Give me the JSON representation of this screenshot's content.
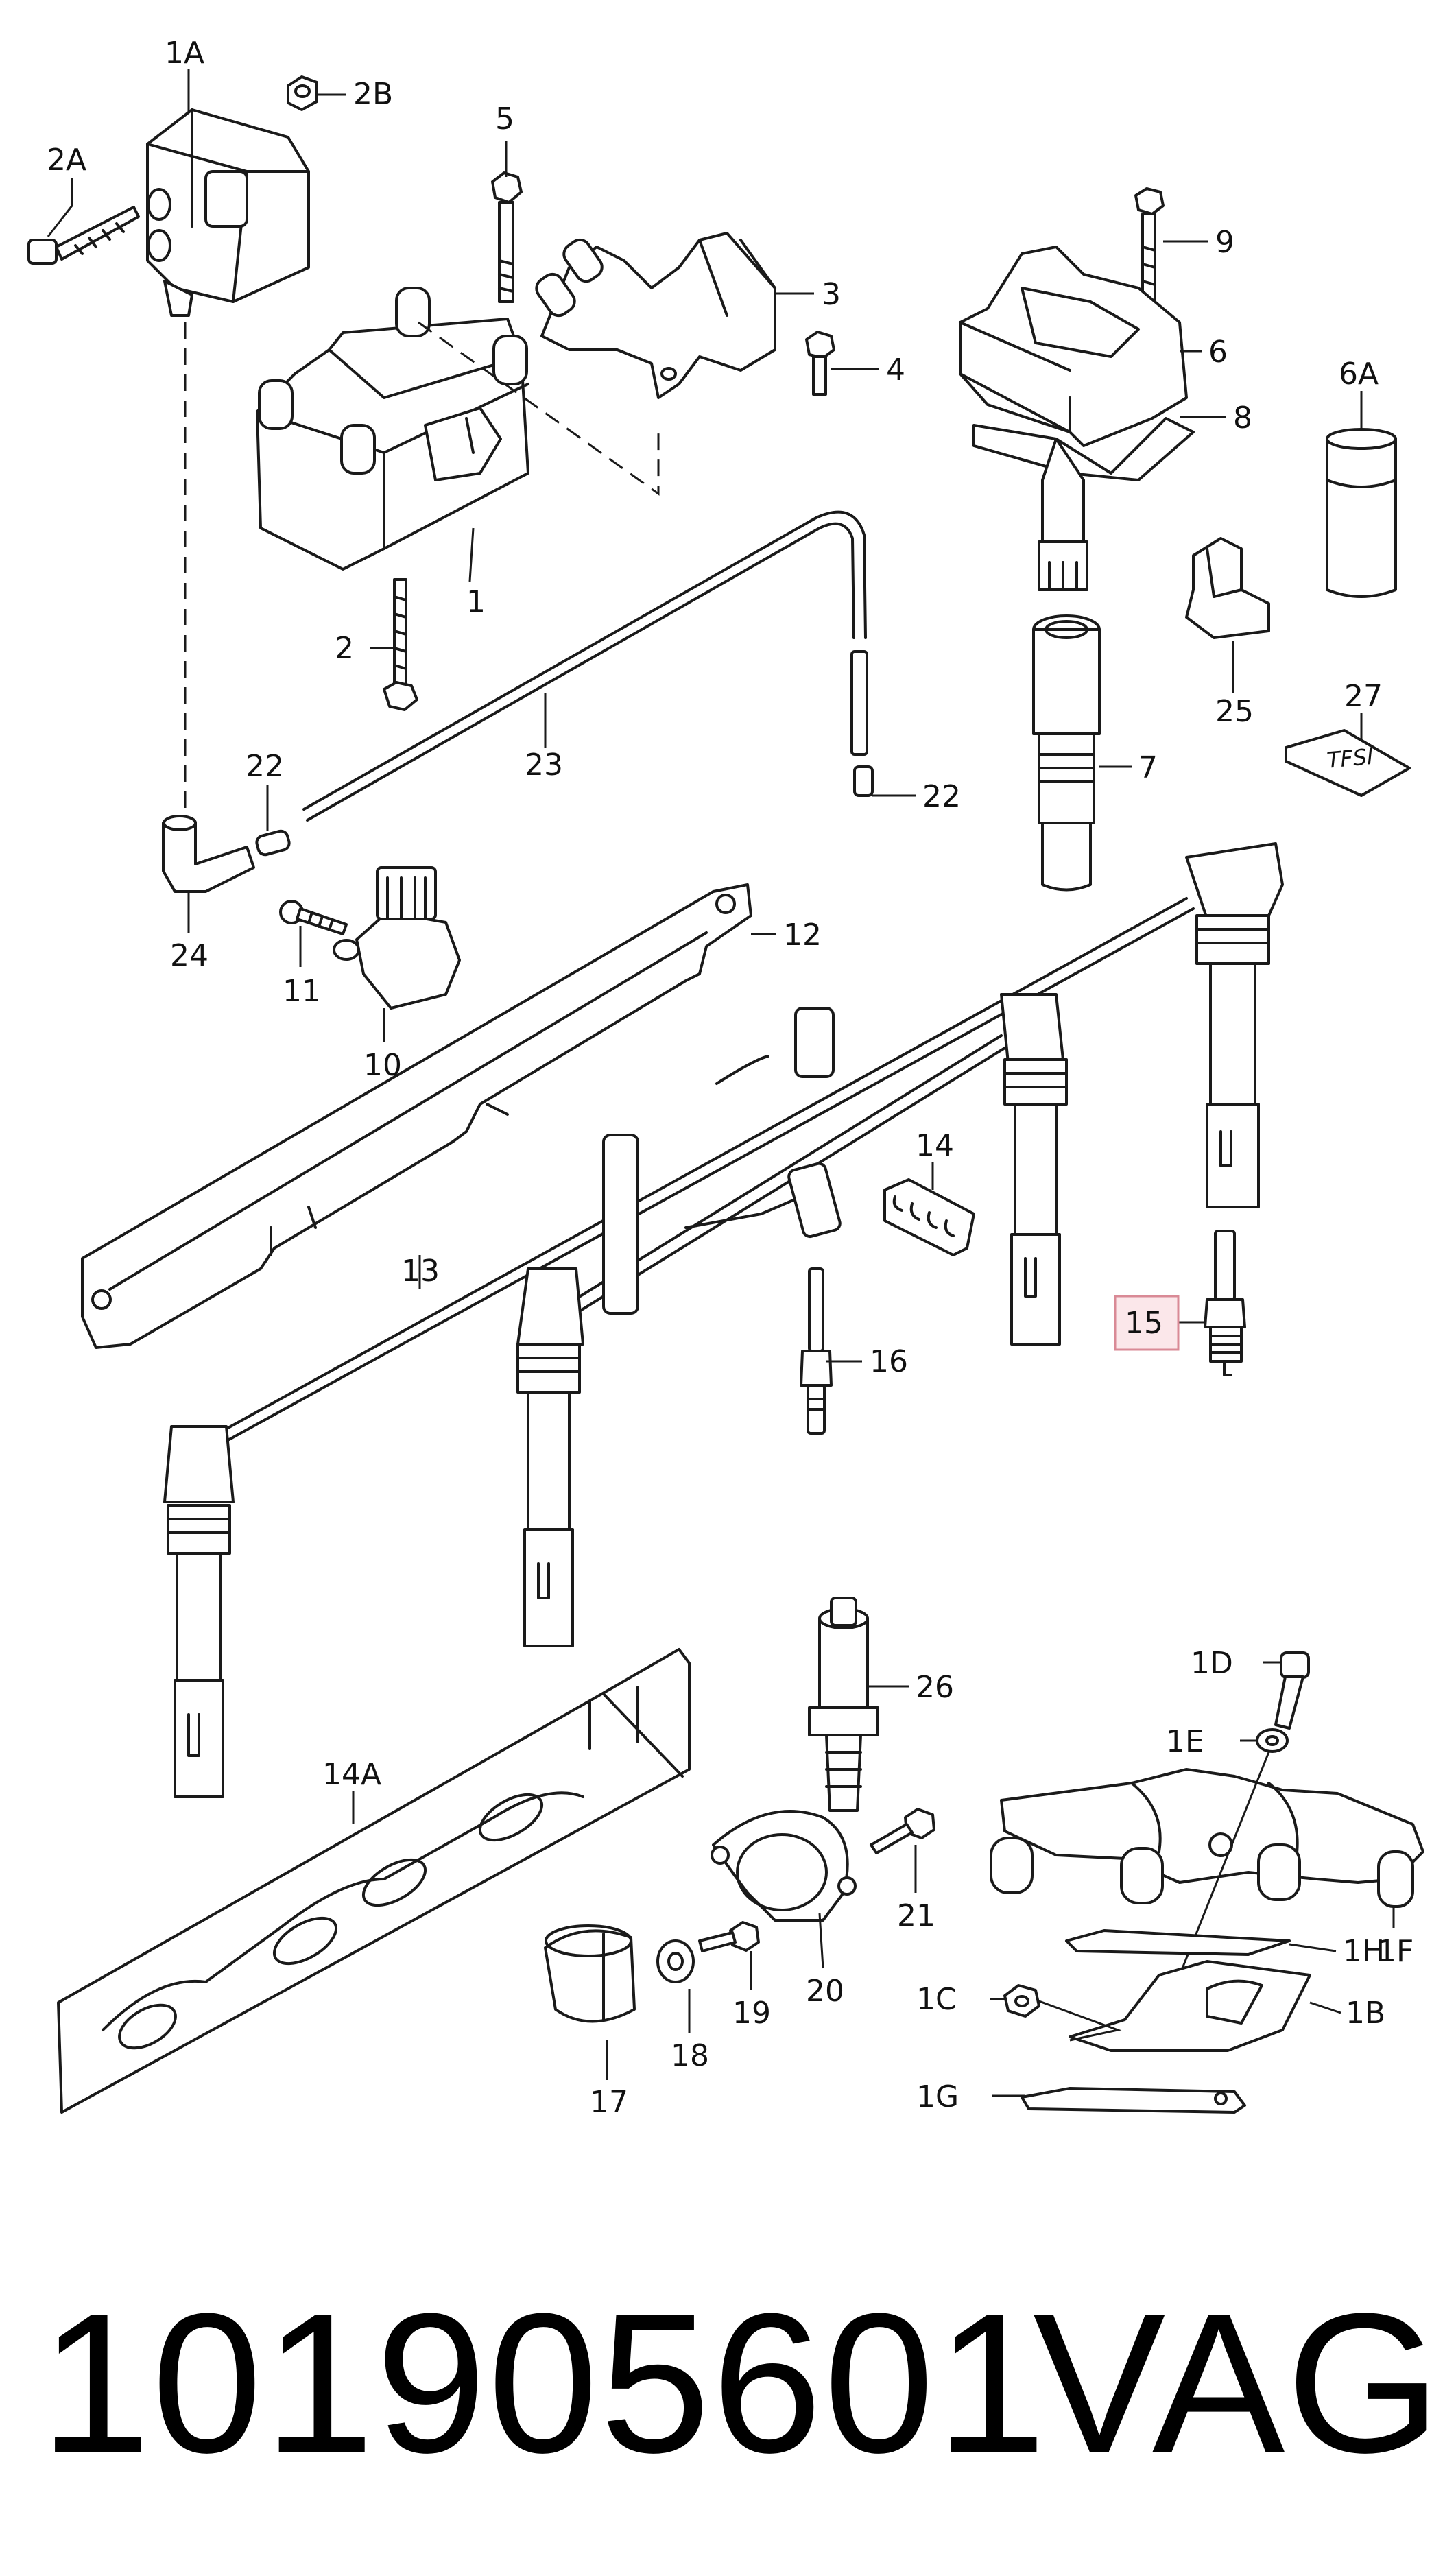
{
  "footer": {
    "part_number": "101905601",
    "brand": "VAG"
  },
  "highlight_color": "#e8a0a8",
  "labels": {
    "l1A": "1A",
    "l2B": "2B",
    "l2A": "2A",
    "l5": "5",
    "l9": "9",
    "l3": "3",
    "l4": "4",
    "l6": "6",
    "l6A": "6A",
    "l8": "8",
    "l1": "1",
    "l2": "2",
    "l23": "23",
    "l22a": "22",
    "l22b": "22",
    "l7": "7",
    "l25": "25",
    "l27": "27",
    "l24": "24",
    "l11": "11",
    "l10": "10",
    "l12": "12",
    "l13": "13",
    "l14": "14",
    "l15": "15",
    "l16": "16",
    "l14A": "14A",
    "l26": "26",
    "l1D": "1D",
    "l1E": "1E",
    "l1F": "1F",
    "l1H": "1H",
    "l1B": "1B",
    "l1C": "1C",
    "l1G": "1G",
    "l21": "21",
    "l20": "20",
    "l19": "19",
    "l18": "18",
    "l17": "17",
    "badge27": "TFSI"
  }
}
